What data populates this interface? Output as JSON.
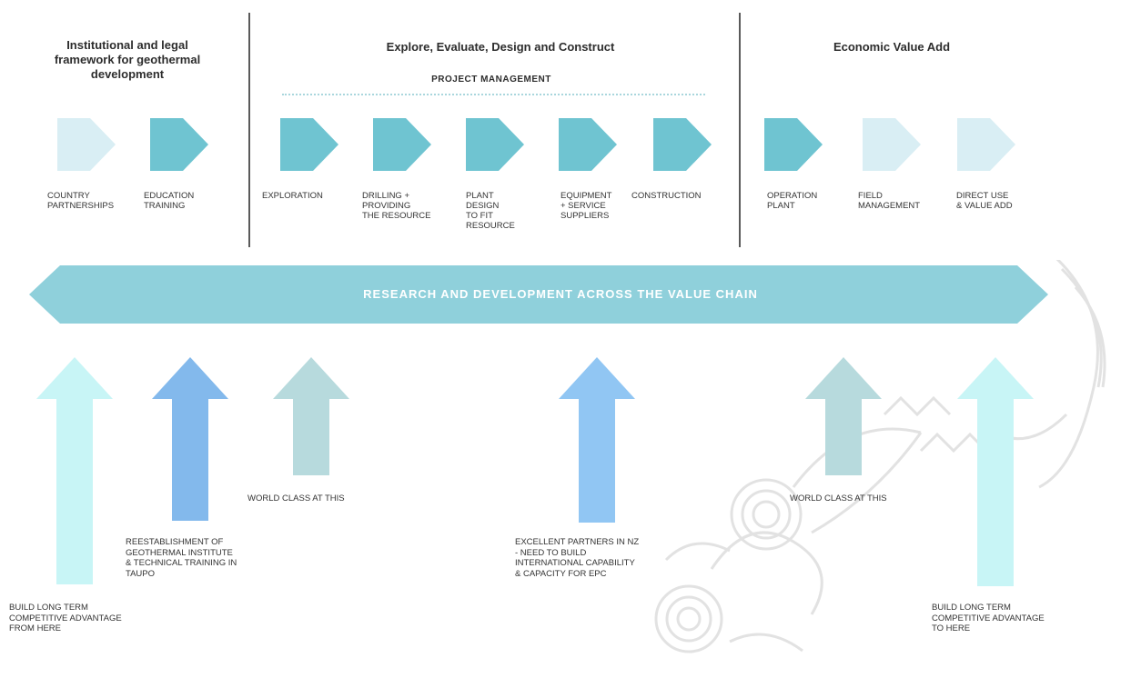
{
  "sections": {
    "institutional": "Institutional and legal\nframework for geothermal\ndevelopment",
    "explore": "Explore, Evaluate, Design and Construct",
    "economic": "Economic Value Add"
  },
  "project_management": "PROJECT MANAGEMENT",
  "stages": [
    {
      "label": "COUNTRY\nPARTNERSHIPS",
      "color": "#d9eef4"
    },
    {
      "label": "EDUCATION\nTRAINING",
      "color": "#6fc4d1"
    },
    {
      "label": "EXPLORATION",
      "color": "#6fc4d1"
    },
    {
      "label": "DRILLING +\nPROVIDING\nTHE RESOURCE",
      "color": "#6fc4d1"
    },
    {
      "label": "PLANT\nDESIGN\nTO FIT\nRESOURCE",
      "color": "#6fc4d1"
    },
    {
      "label": "EQUIPMENT\n+ SERVICE\nSUPPLIERS",
      "color": "#6fc4d1"
    },
    {
      "label": "CONSTRUCTION",
      "color": "#6fc4d1"
    },
    {
      "label": "OPERATION\nPLANT",
      "color": "#6fc4d1"
    },
    {
      "label": "FIELD\nMANAGEMENT",
      "color": "#d9eef4"
    },
    {
      "label": "DIRECT USE\n& VALUE ADD",
      "color": "#d9eef4"
    }
  ],
  "band": {
    "label": "RESEARCH AND DEVELOPMENT ACROSS THE VALUE CHAIN",
    "color": "#8fd0db"
  },
  "arrows": [
    {
      "color": "#c8f5f6",
      "note": "BUILD LONG TERM\nCOMPETITIVE ADVANTAGE\nFROM HERE"
    },
    {
      "color": "#83b9ec",
      "note": "REESTABLISHMENT OF\nGEOTHERMAL INSTITUTE\n& TECHNICAL TRAINING IN\nTAUPO"
    },
    {
      "color": "#b7dadd",
      "note": "WORLD CLASS AT THIS"
    },
    {
      "color": "#91c6f3",
      "note": "EXCELLENT PARTNERS IN NZ\n-  NEED TO BUILD\nINTERNATIONAL CAPABILITY\n& CAPACITY FOR EPC"
    },
    {
      "color": "#b7dadd",
      "note": "WORLD CLASS AT THIS"
    },
    {
      "color": "#c8f5f6",
      "note": "BUILD LONG TERM\nCOMPETITIVE ADVANTAGE\nTO HERE"
    }
  ]
}
